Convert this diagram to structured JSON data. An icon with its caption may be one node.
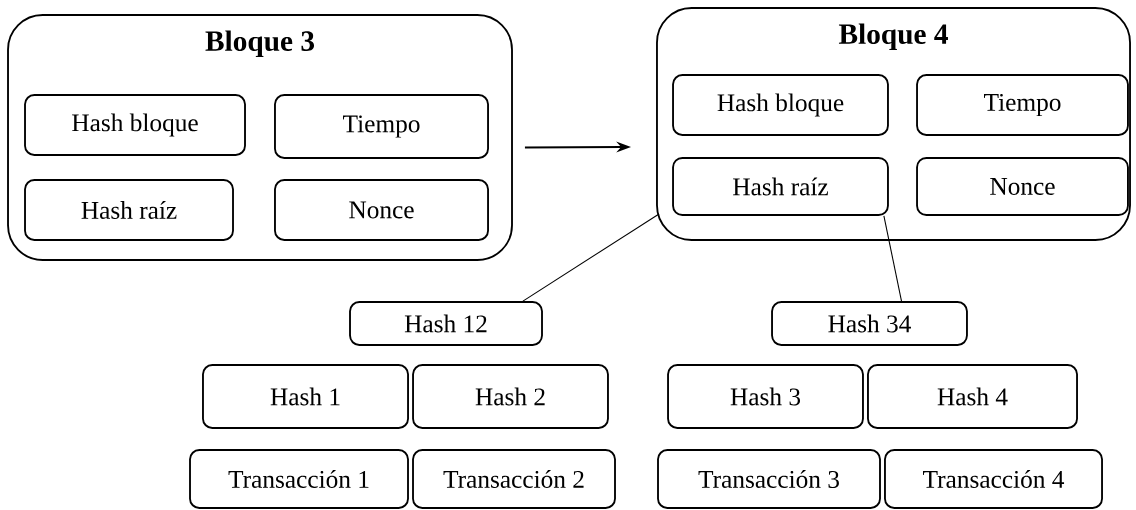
{
  "diagram": {
    "nodes": [
      {
        "text": [
          "Bloque 3"
        ]
      },
      {
        "text": [
          "Hash bloque"
        ],
        "in": 0
      },
      {
        "text": [
          "Tiempo"
        ],
        "in": 0
      },
      {
        "text": [
          "Hash raíz"
        ],
        "in": 0
      },
      {
        "text": [
          "Nonce"
        ],
        "in": 0
      },
      {
        "text": [
          "Bloque 4"
        ]
      },
      {
        "text": [
          "Hash bloque"
        ],
        "in": 5
      },
      {
        "text": [
          "Tiempo"
        ],
        "in": 5
      },
      {
        "text": [
          "Hash raíz"
        ],
        "in": 5
      },
      {
        "text": [
          "Nonce"
        ],
        "in": 5
      },
      {
        "text": [
          "Hash 12"
        ]
      },
      {
        "text": [
          "Hash 34"
        ]
      },
      {
        "text": [
          "Hash 1"
        ]
      },
      {
        "text": [
          "Hash 2"
        ]
      },
      {
        "text": [
          "Hash 3"
        ]
      },
      {
        "text": [
          "Hash 4"
        ]
      },
      {
        "text": [
          "Transacción 1"
        ]
      },
      {
        "text": [
          "Transacción 2"
        ]
      },
      {
        "text": [
          "Transacción 3"
        ]
      },
      {
        "text": [
          "Transacción 4"
        ]
      }
    ],
    "edges": [
      {
        "from": 0,
        "to": 5,
        "arrow": "to"
      },
      {
        "from": 5,
        "to": 10,
        "arrow": "none"
      },
      {
        "from": 8,
        "to": 11,
        "arrow": "none"
      }
    ]
  }
}
